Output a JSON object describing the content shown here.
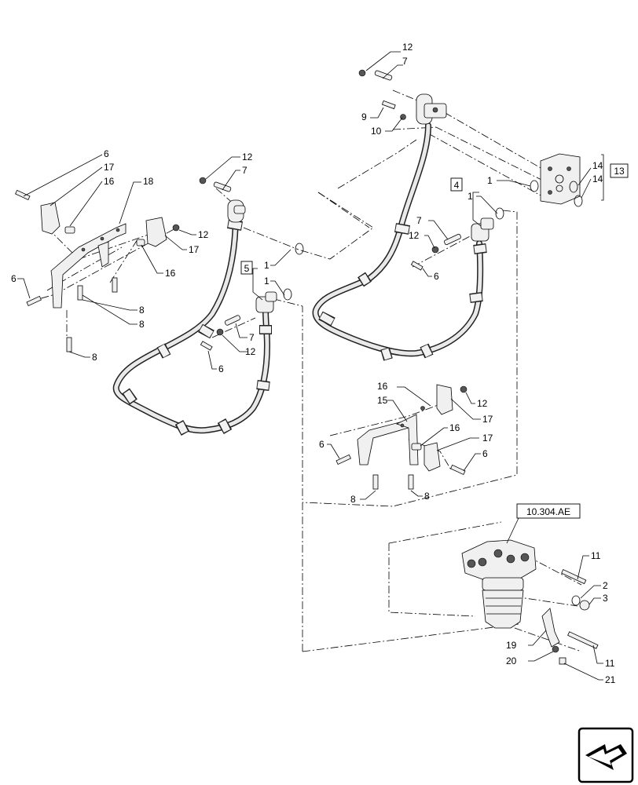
{
  "diagram": {
    "reference_tag": "10.304.AE",
    "group_labels": {
      "g4": "4",
      "g5": "5",
      "g13": "13"
    },
    "callouts": {
      "c12_top": "12",
      "c7_top": "7",
      "c9": "9",
      "c10": "10",
      "c1_r1": "1",
      "c1_r2": "1",
      "c14_a": "14",
      "c14_b": "14",
      "c7_r": "7",
      "c12_r": "12",
      "c6_r": "6",
      "c6_l": "6",
      "c17_l": "17",
      "c16_l": "16",
      "c18": "18",
      "c12_l2": "12",
      "c17_l2": "17",
      "c16_l2": "16",
      "c6_l2": "6",
      "c8_l1": "8",
      "c8_l2": "8",
      "c8_l3": "8",
      "c12_m": "12",
      "c7_m": "7",
      "c1_m1": "1",
      "c1_m2": "1",
      "c7_m2": "7",
      "c12_m2": "12",
      "c6_m": "6",
      "c16_b": "16",
      "c15": "15",
      "c12_b": "12",
      "c17_b": "17",
      "c16_b2": "16",
      "c17_b2": "17",
      "c6_b": "6",
      "c6_b2": "6",
      "c8_b1": "8",
      "c8_b2": "8",
      "c11_a": "11",
      "c2": "2",
      "c3": "3",
      "c19": "19",
      "c11_b": "11",
      "c20": "20",
      "c21": "21"
    }
  }
}
